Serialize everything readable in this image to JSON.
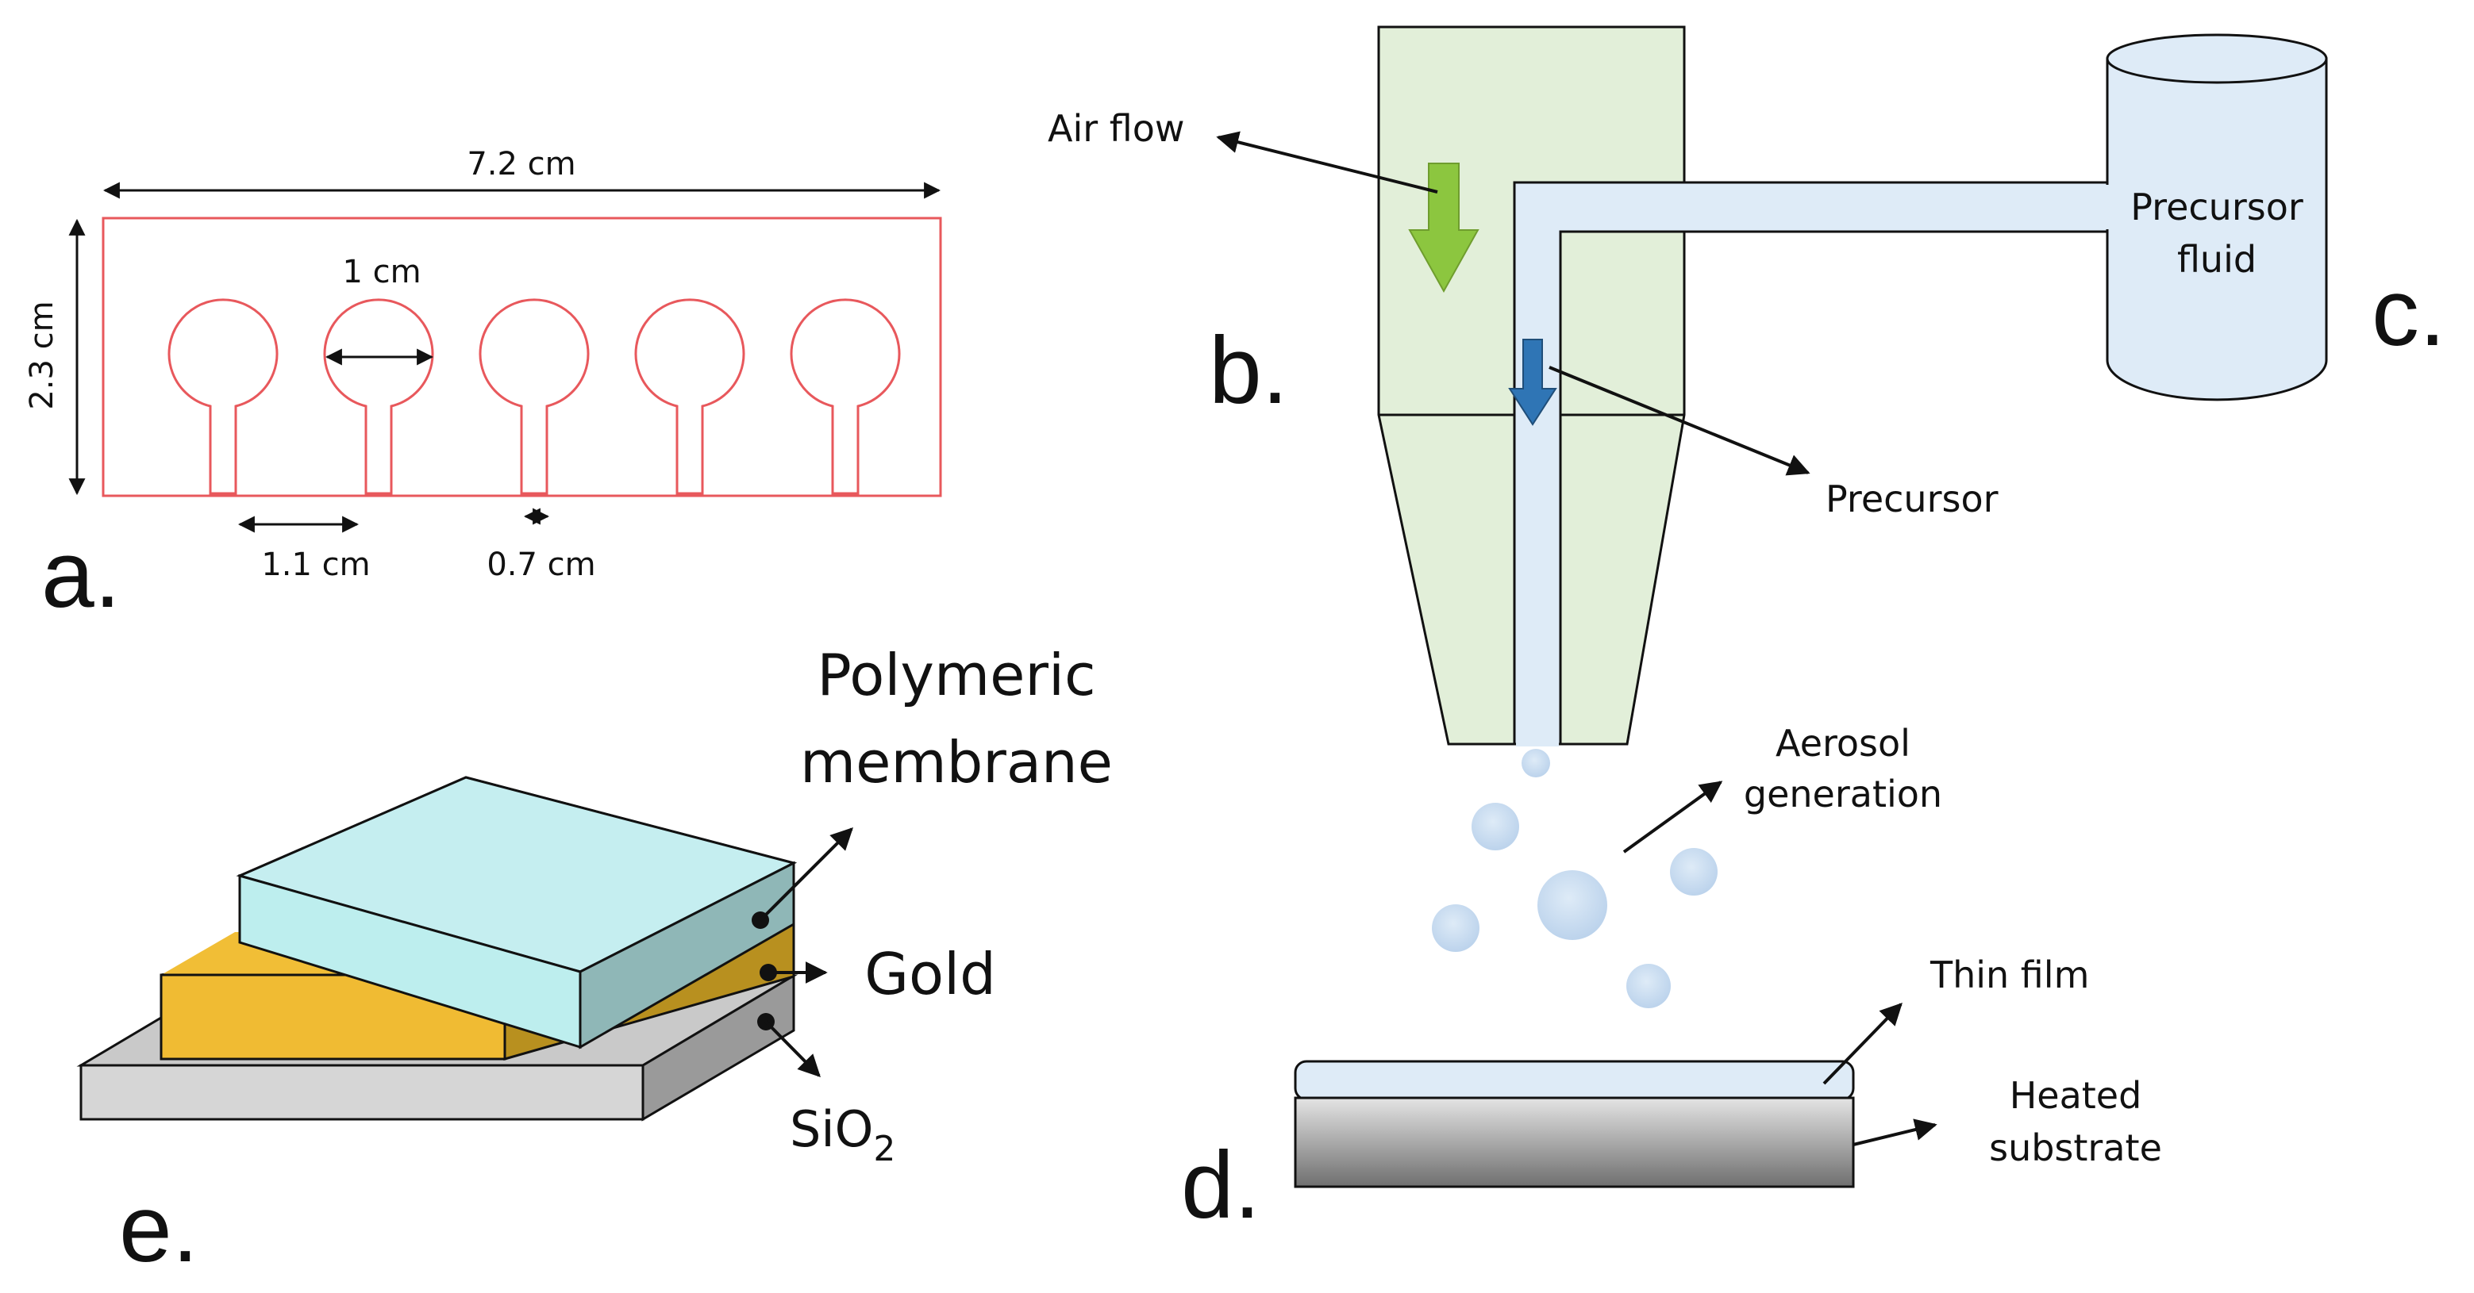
{
  "panels": {
    "a": "a.",
    "b": "b.",
    "c": "c.",
    "d": "d.",
    "e": "e."
  },
  "panel_a": {
    "width_dim": "7.2 cm",
    "height_dim": "2.3 cm",
    "diameter_dim": "1 cm",
    "pitch_dim": "1.1 cm",
    "stem_dim": "0.7 cm"
  },
  "panel_b": {
    "air_flow": "Air flow",
    "precursor": "Precursor",
    "aerosol_line1": "Aerosol",
    "aerosol_line2": "generation"
  },
  "panel_c": {
    "fluid_line1": "Precursor",
    "fluid_line2": "fluid"
  },
  "panel_d": {
    "thin_film": "Thin film",
    "substrate_line1": "Heated",
    "substrate_line2": "substrate"
  },
  "panel_e": {
    "membrane_line1": "Polymeric",
    "membrane_line2": "membrane",
    "gold": "Gold",
    "sio2_main": "SiO",
    "sio2_sub": "2"
  },
  "colors": {
    "outline_red": "#e8585c",
    "nozzle_green": "#e2efd9",
    "air_arrow_green": "#8cc63f",
    "tube_blue": "#deebf7",
    "precursor_arrow_blue": "#2f75b5",
    "droplet_blue": "#c9dcf0",
    "membrane_top": "#c5eef0",
    "membrane_front": "#bdeeee",
    "membrane_side": "#8fb7b7",
    "gold_top": "#f1be36",
    "gold_front": "#f0bb33",
    "gold_side": "#b8901f",
    "sio2_top": "#c9c9c9",
    "sio2_front": "#d6d6d6",
    "sio2_side": "#9a9a9a"
  }
}
